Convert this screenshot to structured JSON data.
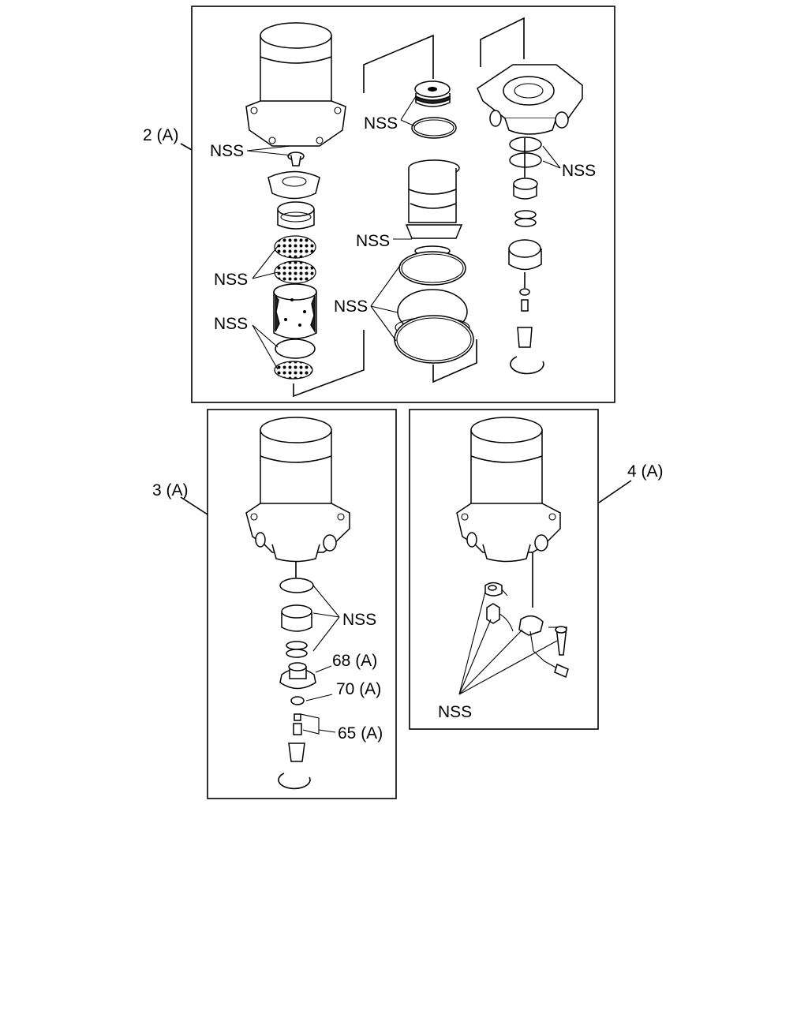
{
  "callouts": {
    "panel_2": "2 (A)",
    "panel_3": "3 (A)",
    "panel_4": "4 (A)",
    "part_68": "68 (A)",
    "part_70": "70 (A)",
    "part_65": "65 (A)"
  },
  "nss_label": "NSS"
}
